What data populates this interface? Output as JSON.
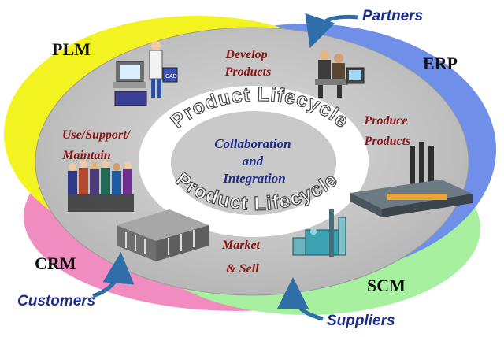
{
  "outer_labels": {
    "plm": "PLM",
    "erp": "ERP",
    "crm": "CRM",
    "scm": "SCM"
  },
  "external": {
    "partners": "Partners",
    "customers": "Customers",
    "suppliers": "Suppliers"
  },
  "stages": {
    "develop": [
      "Develop",
      "Products"
    ],
    "produce": [
      "Produce",
      "Products"
    ],
    "market": [
      "Market",
      "& Sell"
    ],
    "use": [
      "Use/Support/",
      "Maintain"
    ]
  },
  "ring_text": {
    "top": "Product Lifecycle",
    "bottom": "Product Lifecycle"
  },
  "center": [
    "Collaboration",
    "and",
    "Integration"
  ],
  "colors": {
    "plm": "#f3f321",
    "erp": "#6f8fe8",
    "crm": "#f08cc0",
    "scm": "#a6f0a0",
    "core": "#c4c4c4",
    "ring": "#ffffff",
    "stage_text": "#8b1414",
    "center_text": "#1f2a86",
    "external_text": "#1a2e8c",
    "arrow": "#2f6ea8"
  }
}
